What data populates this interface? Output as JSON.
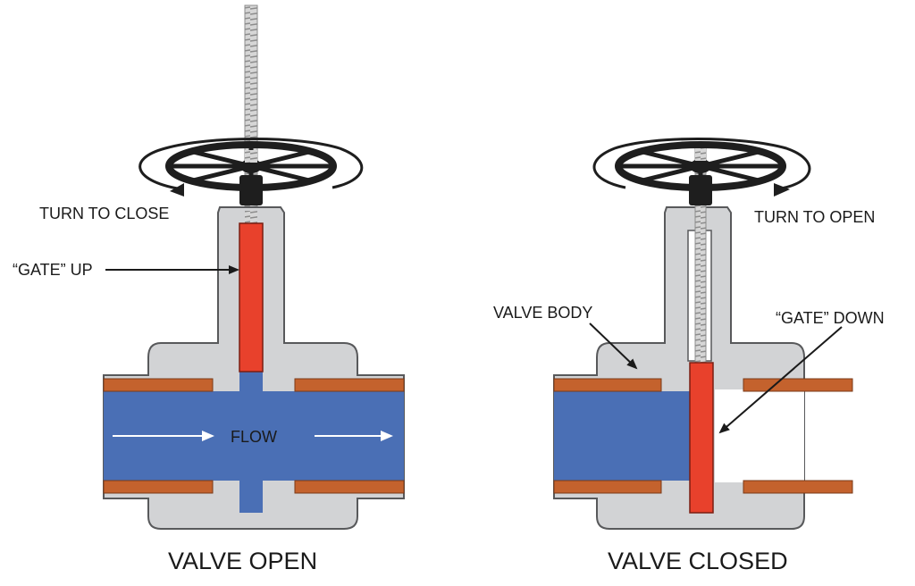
{
  "open_valve": {
    "turn_label": "TURN TO CLOSE",
    "gate_label": "“GATE” UP",
    "flow_label": "FLOW",
    "caption": "VALVE OPEN",
    "gate_position": "up"
  },
  "closed_valve": {
    "turn_label": "TURN TO OPEN",
    "body_label": "VALVE BODY",
    "gate_label": "“GATE” DOWN",
    "caption": "VALVE CLOSED",
    "gate_position": "down"
  },
  "colors": {
    "body": "#d2d3d5",
    "outline": "#58595b",
    "water": "#4a6fb5",
    "gate": "#e8412c",
    "pipe": "#c4622d",
    "wheel": "#1e1e1e",
    "stem": "#b5b5b5",
    "arrow": "#ffffff"
  },
  "icons": [
    "handwheel-icon",
    "rotation-arrow-icon",
    "flow-arrow-icon",
    "leader-arrow-icon"
  ]
}
